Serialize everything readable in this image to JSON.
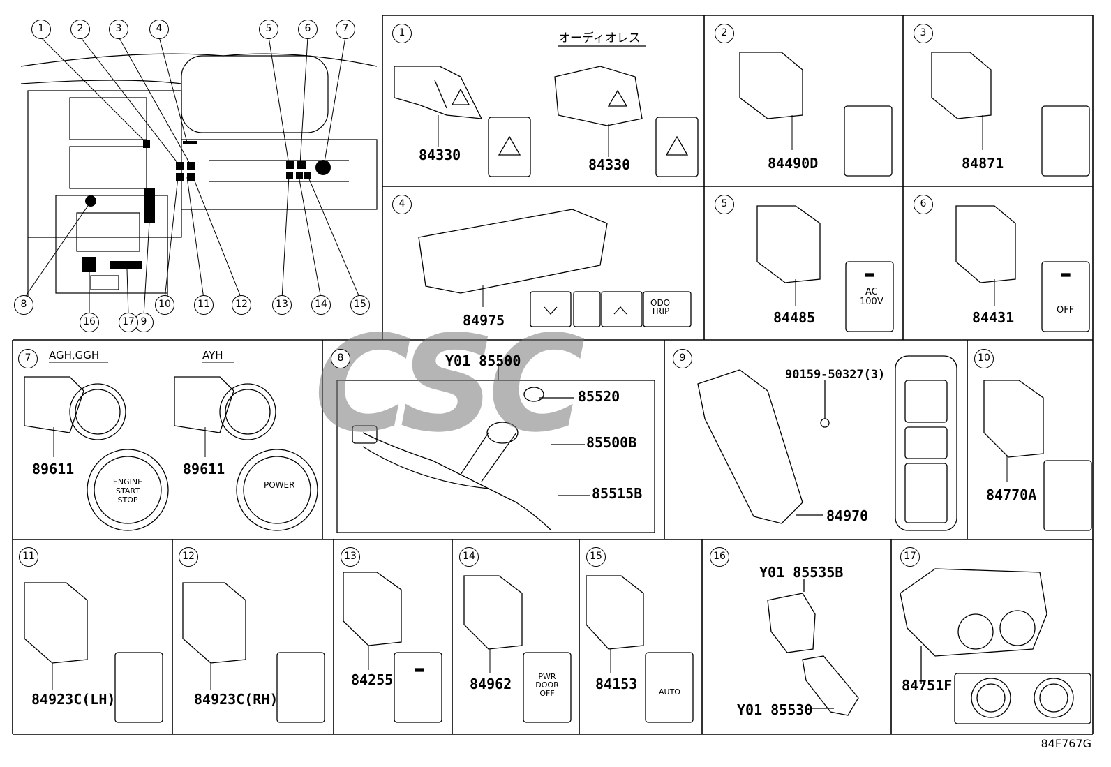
{
  "left_view": {
    "callouts": [
      "1",
      "2",
      "3",
      "4",
      "5",
      "6",
      "7",
      "8",
      "9",
      "10",
      "11",
      "12",
      "13",
      "14",
      "15",
      "16",
      "17"
    ]
  },
  "panels": [
    {
      "id": "1",
      "num": "1",
      "note": "オーディオレス",
      "parts": [
        "84330",
        "84330"
      ]
    },
    {
      "id": "2",
      "num": "2",
      "parts": [
        "84490D"
      ]
    },
    {
      "id": "3",
      "num": "3",
      "parts": [
        "84871"
      ]
    },
    {
      "id": "4",
      "num": "4",
      "parts": [
        "84975"
      ],
      "button_text": "ODO\nTRIP"
    },
    {
      "id": "5",
      "num": "5",
      "parts": [
        "84485"
      ],
      "button_text": "AC\n100V"
    },
    {
      "id": "6",
      "num": "6",
      "parts": [
        "84431"
      ],
      "button_text": "OFF"
    },
    {
      "id": "7",
      "num": "7",
      "variants": [
        "AGH,GGH",
        "AYH"
      ],
      "parts": [
        "89611",
        "89611"
      ],
      "button_text_1": "ENGINE\nSTART\nSTOP",
      "button_text_2": "POWER"
    },
    {
      "id": "8",
      "num": "8",
      "parts": [
        "Y01 85500",
        "85520",
        "85500B",
        "85515B"
      ]
    },
    {
      "id": "9",
      "num": "9",
      "parts": [
        "90159-50327(3)",
        "84970"
      ]
    },
    {
      "id": "10",
      "num": "10",
      "parts": [
        "84770A"
      ]
    },
    {
      "id": "11",
      "num": "11",
      "parts": [
        "84923C(LH)"
      ]
    },
    {
      "id": "12",
      "num": "12",
      "parts": [
        "84923C(RH)"
      ]
    },
    {
      "id": "13",
      "num": "13",
      "parts": [
        "84255"
      ]
    },
    {
      "id": "14",
      "num": "14",
      "parts": [
        "84962"
      ],
      "button_text": "PWR\nDOOR\nOFF"
    },
    {
      "id": "15",
      "num": "15",
      "parts": [
        "84153"
      ],
      "button_text": "AUTO"
    },
    {
      "id": "16",
      "num": "16",
      "parts": [
        "Y01 85535B",
        "Y01 85530"
      ]
    },
    {
      "id": "17",
      "num": "17",
      "parts": [
        "84751F"
      ]
    }
  ],
  "watermark": "CSC",
  "diagram_code": "84F767G"
}
